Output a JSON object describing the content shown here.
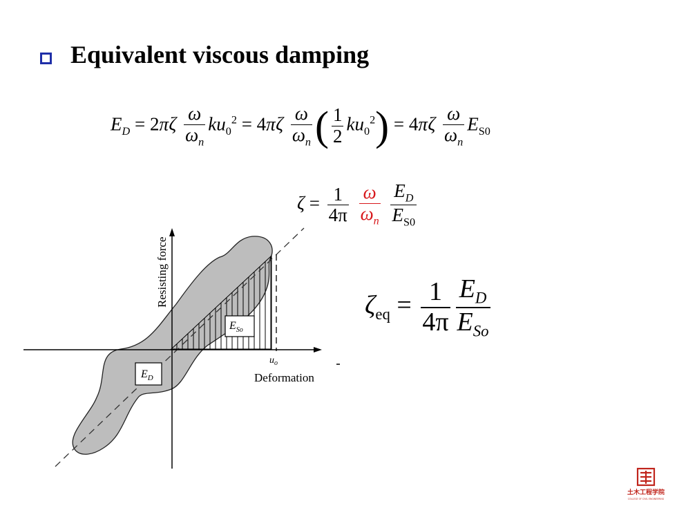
{
  "slide": {
    "title": "Equivalent viscous damping"
  },
  "equations": {
    "eq1": {
      "lhs": "E",
      "lhs_sub": "D",
      "eq": "=",
      "coef1": "2",
      "pi": "π",
      "zeta": "ζ",
      "omega": "ω",
      "omega_n": "ω",
      "n": "n",
      "k": "k",
      "u": "u",
      "u_sub": "0",
      "sup2": "2",
      "coef2": "4",
      "one": "1",
      "two": "2",
      "coef3": "4",
      "E_S": "E",
      "S0": "S0"
    },
    "eq2": {
      "zeta": "ζ",
      "eq": "=",
      "one": "1",
      "four_pi": "4π",
      "omega": "ω",
      "omega_n": "ω",
      "n": "n",
      "E": "E",
      "D": "D",
      "S0": "S0"
    },
    "eq3": {
      "zeta": "ζ",
      "eq_sub": "eq",
      "eq": "=",
      "one": "1",
      "four_pi": "4π",
      "E": "E",
      "D": "D",
      "So": "So"
    }
  },
  "diagram": {
    "ylabel": "Resisting force",
    "xlabel": "Deformation",
    "u_label": "u",
    "u_sub": "o",
    "ed_label": "E",
    "ed_sub": "D",
    "es_label": "E",
    "es_sub": "So",
    "fill_color": "#bdbdbd"
  },
  "logo": {
    "text": "土木工程学院",
    "subtext": "COLLEGE OF CIVIL ENGINEERING",
    "color": "#c0241b"
  }
}
